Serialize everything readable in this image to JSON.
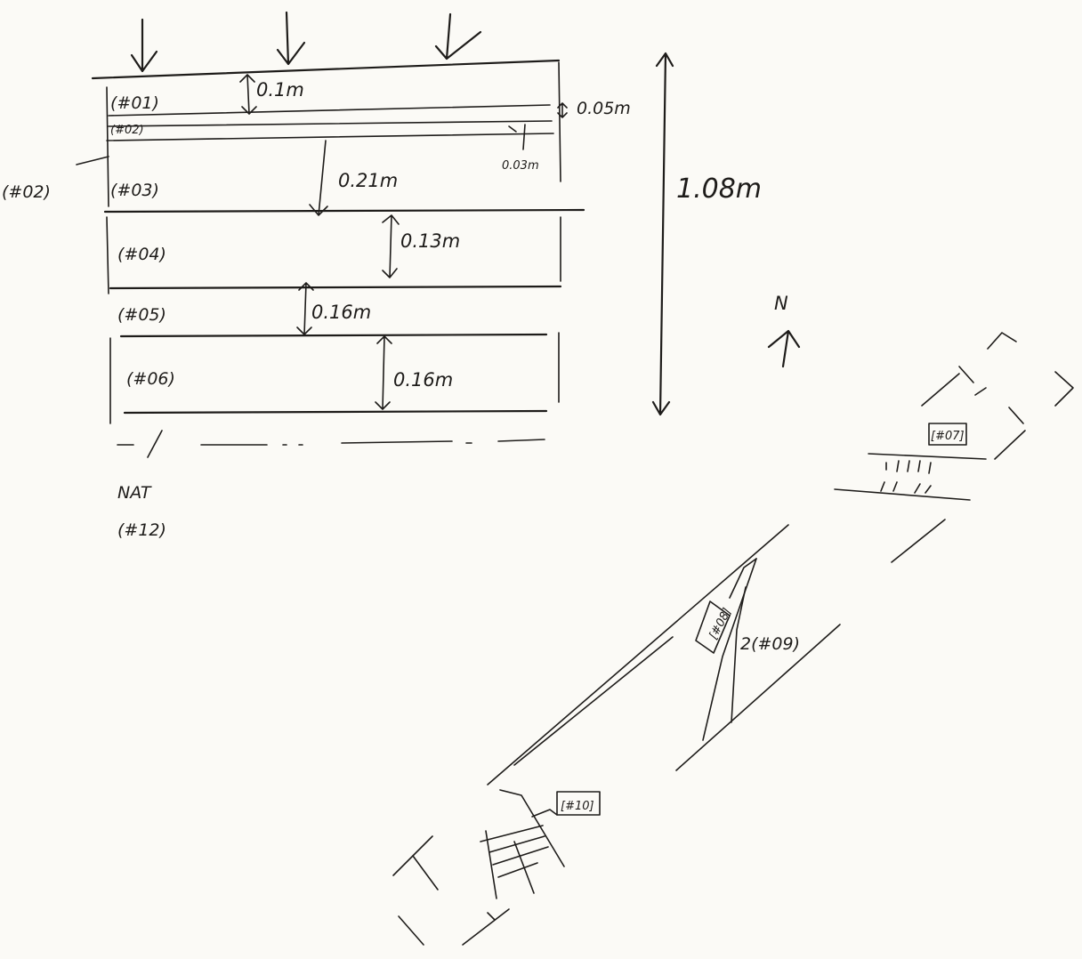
{
  "section": {
    "layers": [
      {
        "id": "layer-01",
        "label": "(#01)",
        "thickness": "0.1m"
      },
      {
        "id": "layer-02-lens",
        "label": "(#02)",
        "thickness": "0.05m"
      },
      {
        "id": "layer-03",
        "label": "(#03)",
        "thickness": "0.21m"
      },
      {
        "id": "layer-04",
        "label": "(#04)",
        "thickness": "0.13m"
      },
      {
        "id": "layer-05",
        "label": "(#05)",
        "thickness": "0.16m"
      },
      {
        "id": "layer-06",
        "label": "(#06)",
        "thickness": "0.16m"
      }
    ],
    "side_label": "(#02)",
    "small_measure": "0.03m",
    "total_depth": "1.08m",
    "base_label": "NAT",
    "base_context": "(#12)"
  },
  "plan": {
    "north_label": "N",
    "feature_a": "[#07]",
    "feature_b": "[#08]",
    "feature_b_fill": "2(#09)",
    "feature_c": "[#10]"
  }
}
